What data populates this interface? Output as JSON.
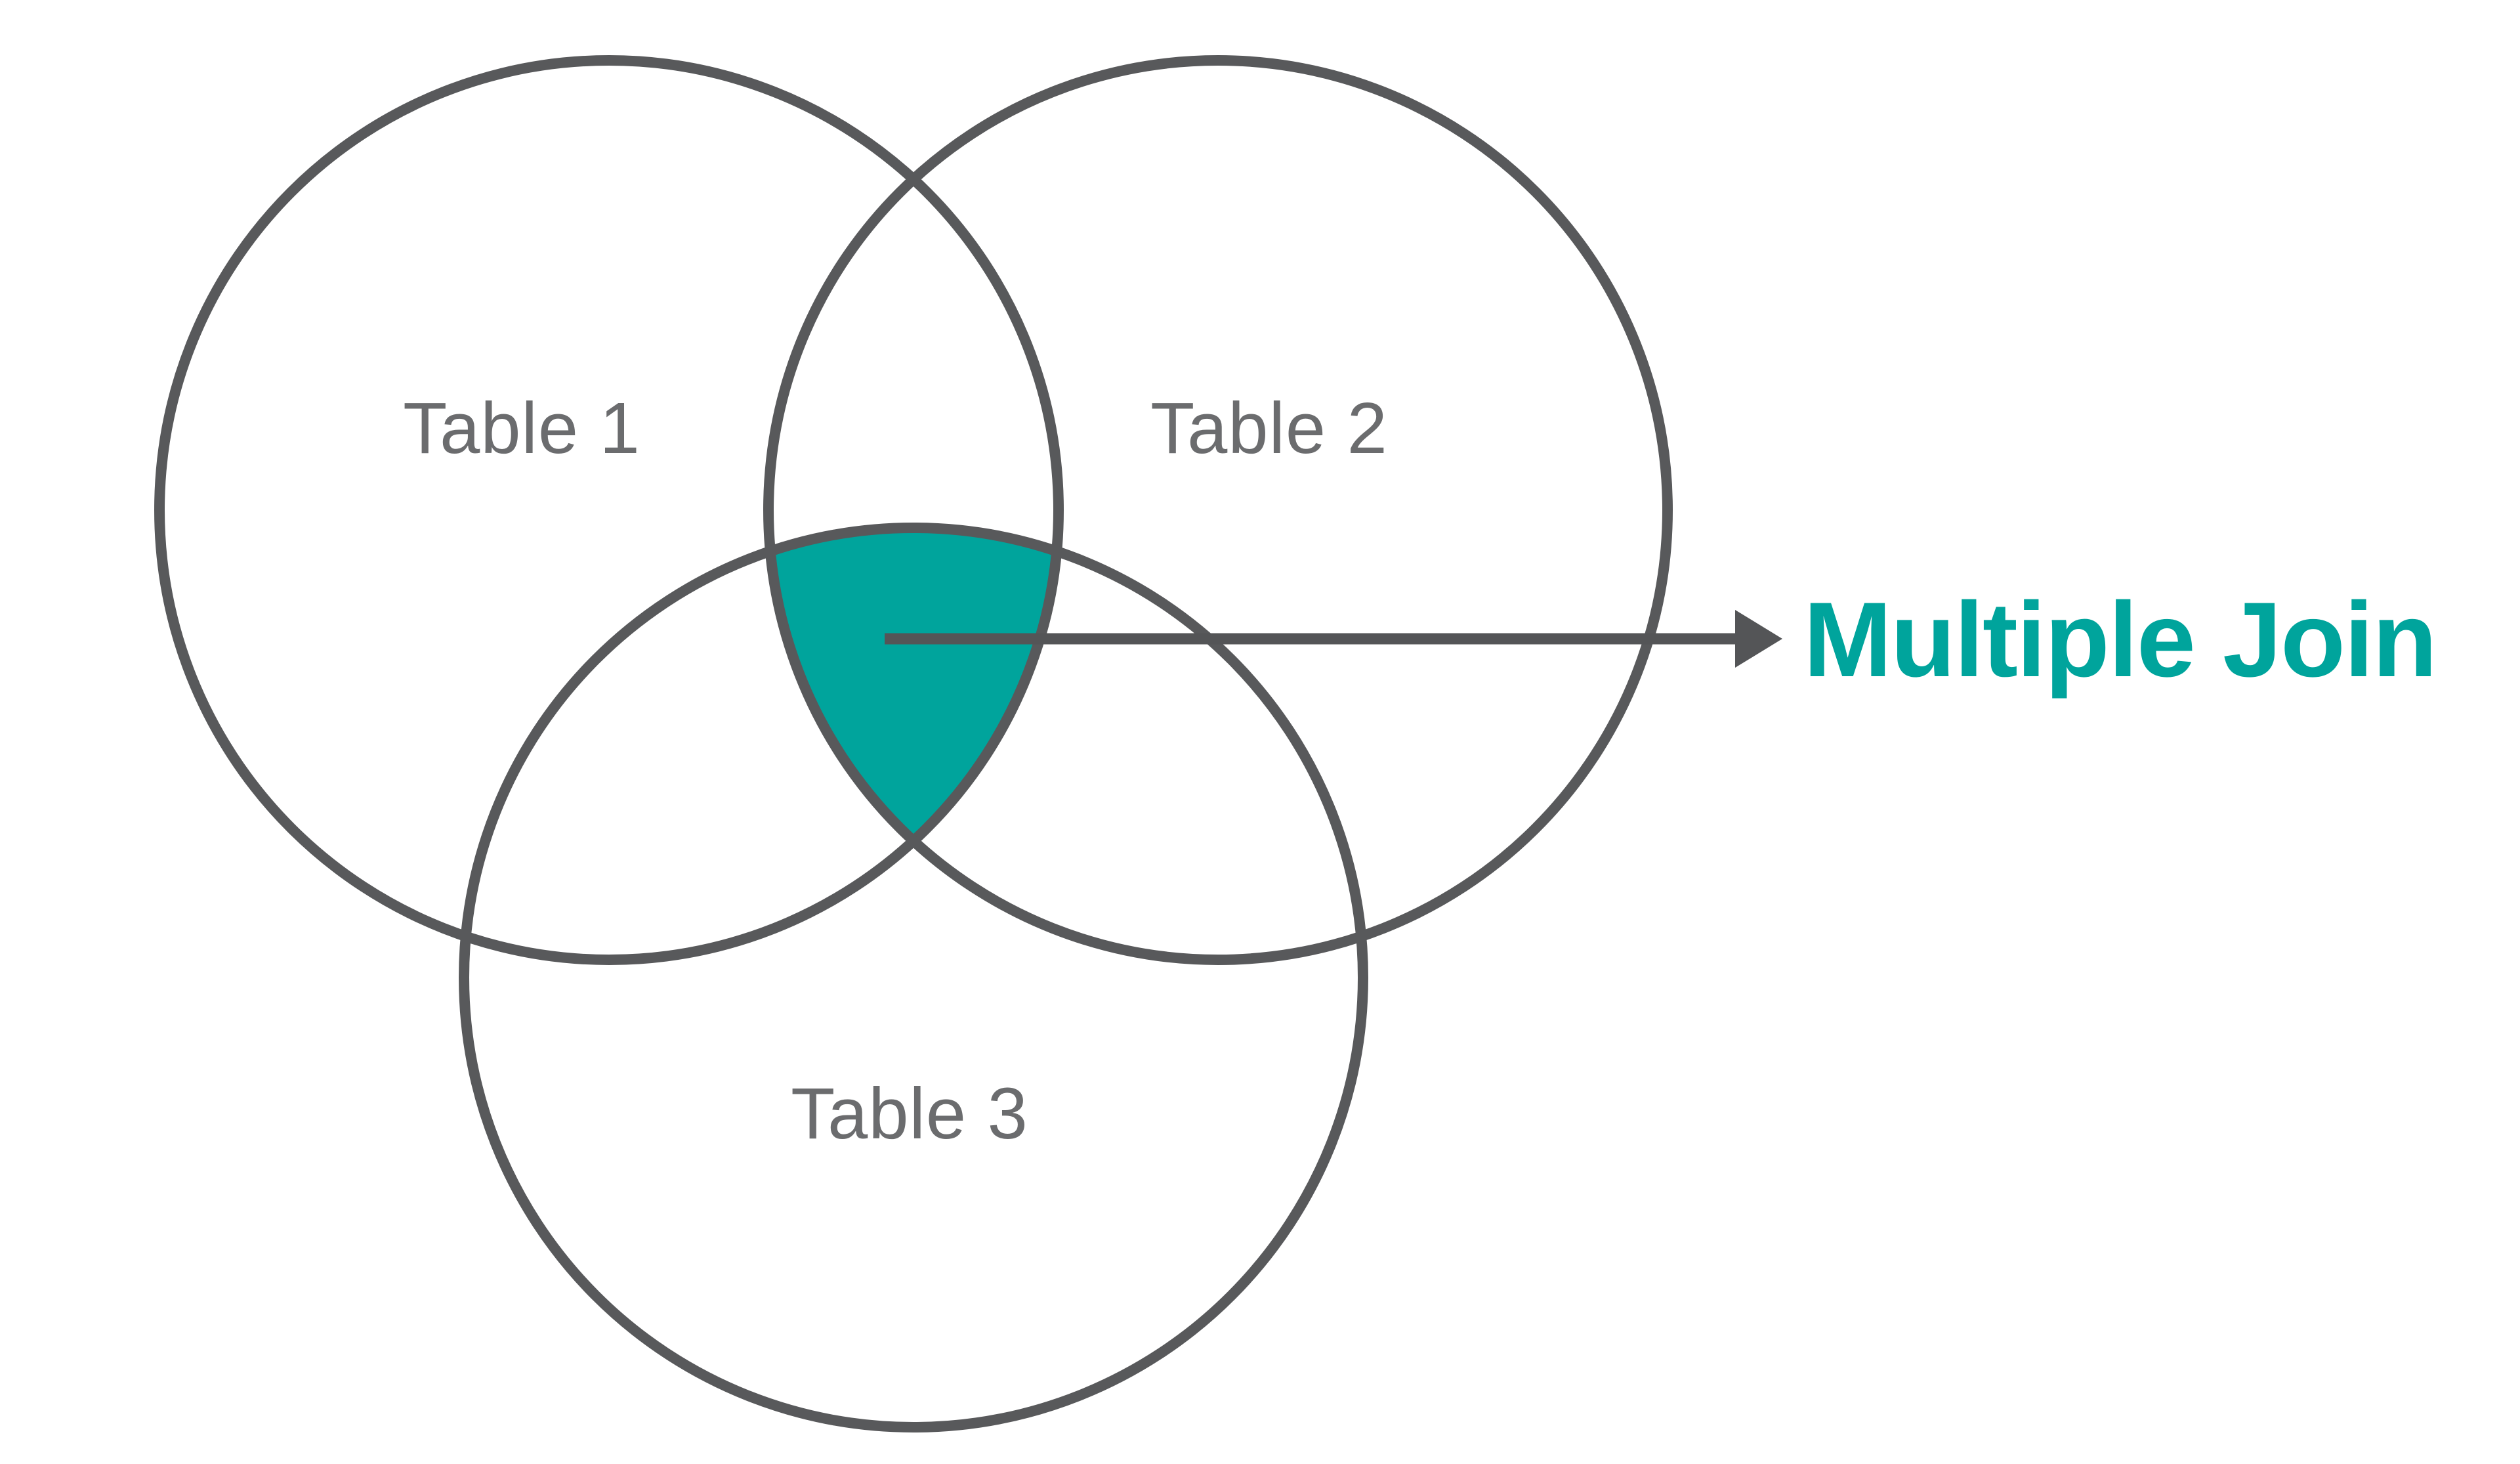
{
  "diagram": {
    "type": "venn-3-circle",
    "background": "#FFFFFF",
    "colors": {
      "circle_stroke": "#58595B",
      "label": "#6B6C6E",
      "intersection_fill": "#00A49C",
      "arrow": "#545557",
      "annotation": "#00A49C"
    },
    "circles": [
      {
        "label": "Table 1"
      },
      {
        "label": "Table 2"
      },
      {
        "label": "Table 3"
      }
    ],
    "intersection": {
      "description": "region common to all three circles",
      "highlighted": true
    },
    "annotation": {
      "label": "Multiple Join"
    }
  }
}
